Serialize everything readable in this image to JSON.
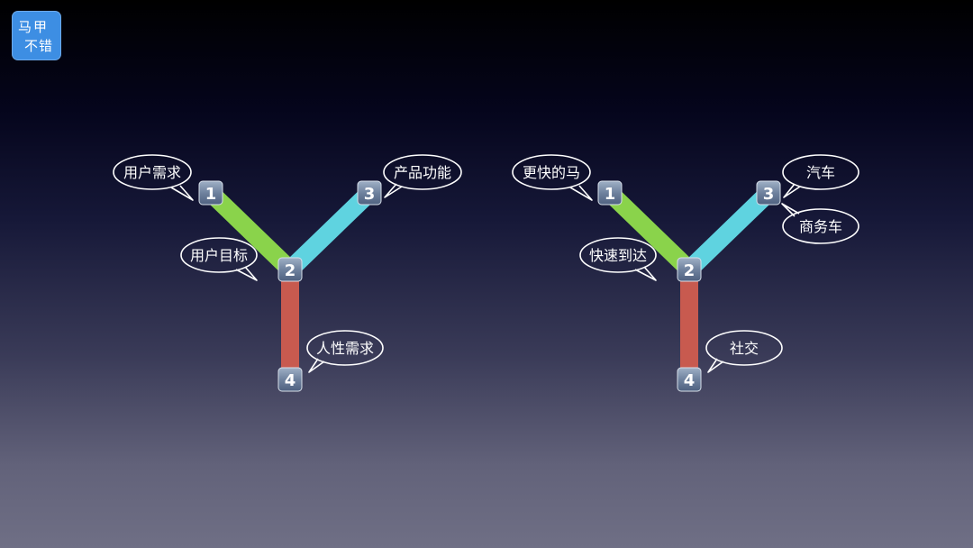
{
  "logo": {
    "line1": "马甲",
    "line2": "不错"
  },
  "colors": {
    "branch_left": "#8ad34b",
    "branch_right": "#5fd3e0",
    "stem": "#c85a4f"
  },
  "diagrams": [
    {
      "nodes": [
        {
          "id": "node-1",
          "label": "1"
        },
        {
          "id": "node-2",
          "label": "2"
        },
        {
          "id": "node-3",
          "label": "3"
        },
        {
          "id": "node-4",
          "label": "4"
        }
      ],
      "bubbles": [
        {
          "id": "bubble-1",
          "text": "用户需求"
        },
        {
          "id": "bubble-2",
          "text": "用户目标"
        },
        {
          "id": "bubble-3",
          "text": "产品功能"
        },
        {
          "id": "bubble-4",
          "text": "人性需求"
        }
      ]
    },
    {
      "nodes": [
        {
          "id": "node-1",
          "label": "1"
        },
        {
          "id": "node-2",
          "label": "2"
        },
        {
          "id": "node-3",
          "label": "3"
        },
        {
          "id": "node-4",
          "label": "4"
        }
      ],
      "bubbles": [
        {
          "id": "bubble-1",
          "text": "更快的马"
        },
        {
          "id": "bubble-2",
          "text": "快速到达"
        },
        {
          "id": "bubble-3a",
          "text": "汽车"
        },
        {
          "id": "bubble-3b",
          "text": "商务车"
        },
        {
          "id": "bubble-4",
          "text": "社交"
        }
      ]
    }
  ]
}
